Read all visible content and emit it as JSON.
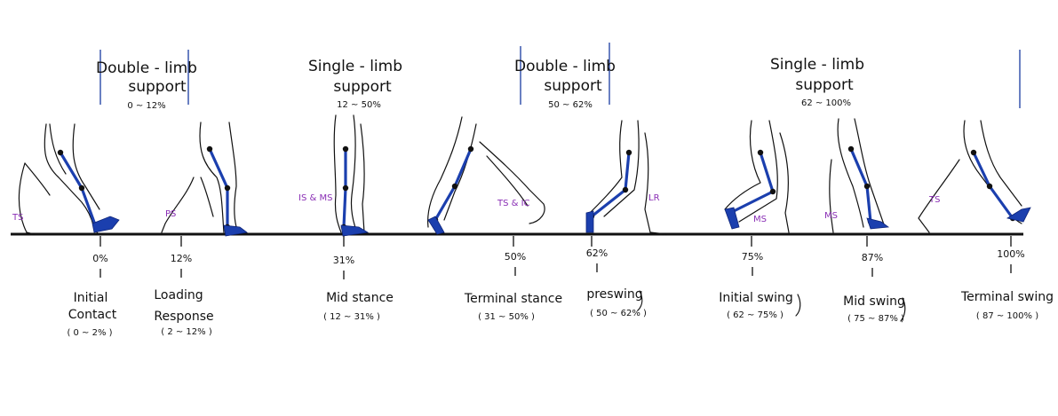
{
  "support_periods": [
    {
      "title_line1": "Double - limb",
      "title_line2": "support",
      "range": "0 ~ 12%"
    },
    {
      "title_line1": "Single - limb",
      "title_line2": "support",
      "range": "12 ~ 50%"
    },
    {
      "title_line1": "Double - limb",
      "title_line2": "support",
      "range": "50 ~ 62%"
    },
    {
      "title_line1": "Single - limb",
      "title_line2": "support",
      "range": "62 ~ 100%"
    }
  ],
  "phases": [
    {
      "pct": "0%",
      "name_line1": "Initial",
      "name_line2": "Contact",
      "range": "( 0 ~ 2% )"
    },
    {
      "pct": "12%",
      "name_line1": "Loading",
      "name_line2": "Response",
      "range": "( 2 ~ 12% )"
    },
    {
      "pct": "31%",
      "name_line1": "Mid stance",
      "name_line2": "",
      "range": "( 12 ~ 31% )"
    },
    {
      "pct": "50%",
      "name_line1": "Terminal stance",
      "name_line2": "",
      "range": "( 31 ~ 50% )"
    },
    {
      "pct": "62%",
      "name_line1": "preswing",
      "name_line2": "",
      "range": "( 50 ~ 62% )"
    },
    {
      "pct": "75%",
      "name_line1": "Initial swing",
      "name_line2": "",
      "range": "( 62 ~ 75% )"
    },
    {
      "pct": "87%",
      "name_line1": "Mid swing",
      "name_line2": "",
      "range": "( 75 ~ 87% )"
    },
    {
      "pct": "100%",
      "name_line1": "Terminal swing",
      "name_line2": "",
      "range": "( 87 ~ 100% )"
    }
  ],
  "leg_tags": [
    "TS",
    "PS",
    "IS & MS",
    "TS & IC",
    "LR",
    "MS",
    "MS",
    "TS"
  ],
  "colors": {
    "limb": "#1b3fae",
    "tag": "#8a2fb5",
    "divider": "#2a4aa8"
  }
}
